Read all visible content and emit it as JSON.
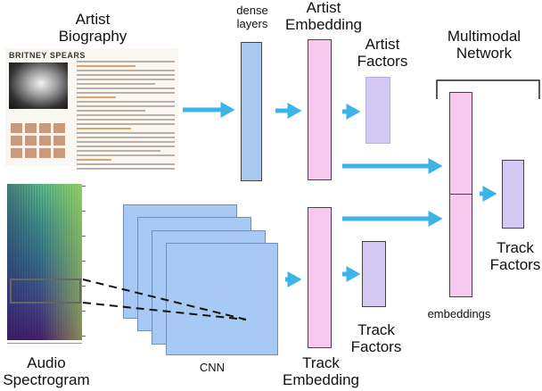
{
  "labels": {
    "artist_biography": [
      "Artist",
      "Biography"
    ],
    "dense_layers": [
      "dense",
      "layers"
    ],
    "artist_embedding": [
      "Artist",
      "Embedding"
    ],
    "artist_factors": [
      "Artist",
      "Factors"
    ],
    "multimodal_network": [
      "Multimodal",
      "Network"
    ],
    "embeddings": "embeddings",
    "track_factors_right": [
      "Track",
      "Factors"
    ],
    "track_factors_lower": [
      "Track",
      "Factors"
    ],
    "audio_spectrogram": [
      "Audio",
      "Spectrogram"
    ],
    "cnn": "CNN",
    "track_embedding": [
      "Track",
      "Embedding"
    ]
  },
  "biography_header": "BRITNEY SPEARS",
  "colors": {
    "dense": "#a9c8ee",
    "embedding": "#f7c9ee",
    "factors": "#d3c9f2",
    "cnn": "#a8c9f3",
    "arrow": "#3cb4e6"
  }
}
